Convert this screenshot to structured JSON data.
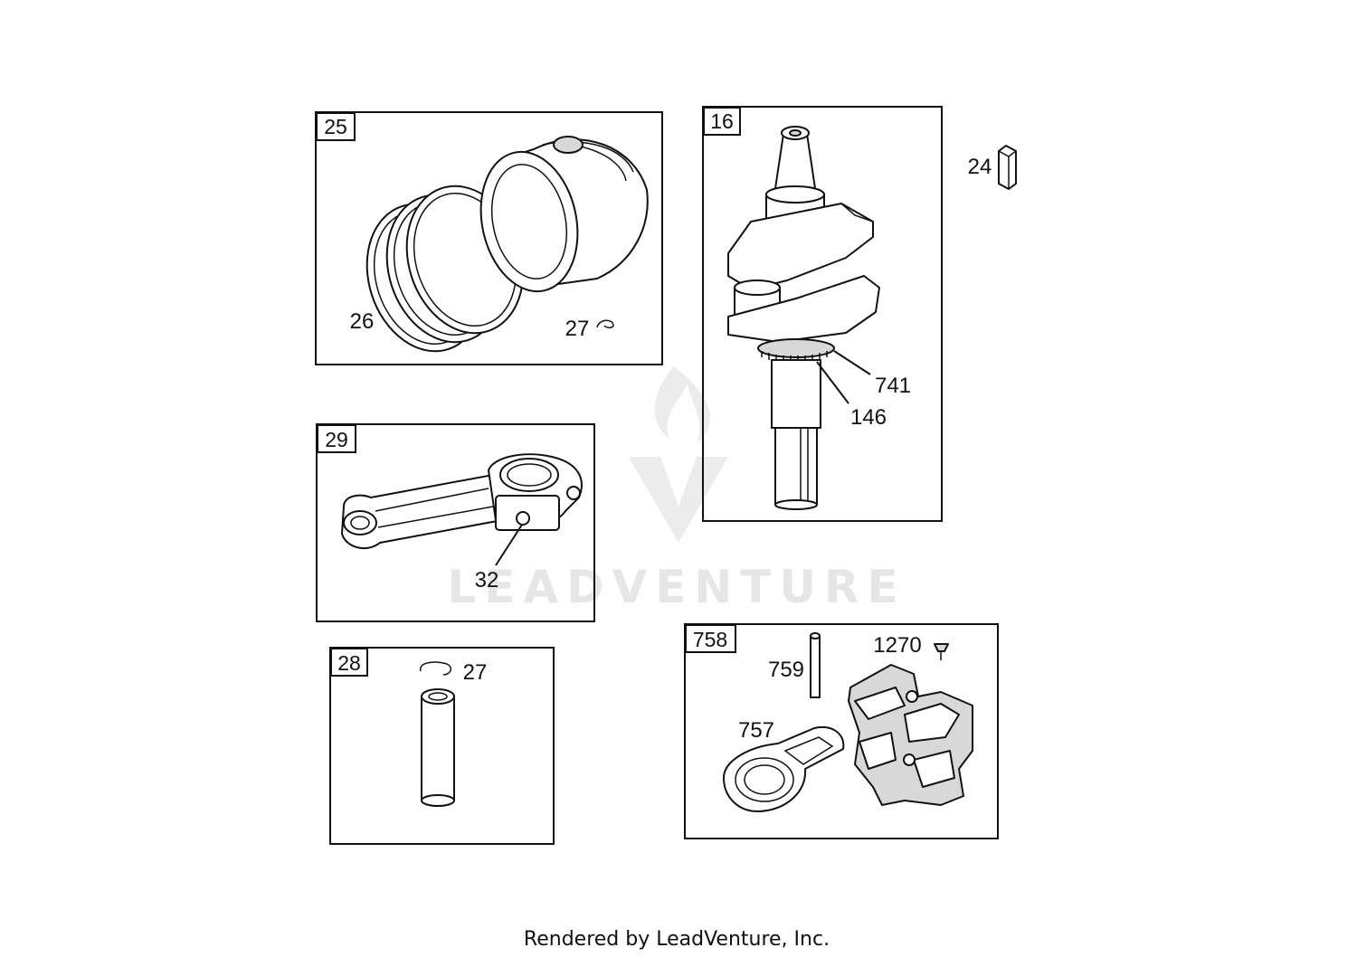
{
  "watermark": "LEADVENTURE",
  "footer": "Rendered by LeadVenture, Inc.",
  "groups": [
    {
      "id": "25",
      "parts": [
        "26",
        "27"
      ]
    },
    {
      "id": "16",
      "parts": [
        "741",
        "146"
      ]
    },
    {
      "id": "29",
      "parts": [
        "32"
      ]
    },
    {
      "id": "28",
      "parts": [
        "27"
      ]
    },
    {
      "id": "758",
      "parts": [
        "759",
        "1270",
        "757"
      ]
    }
  ],
  "standalone_parts": [
    "24"
  ]
}
